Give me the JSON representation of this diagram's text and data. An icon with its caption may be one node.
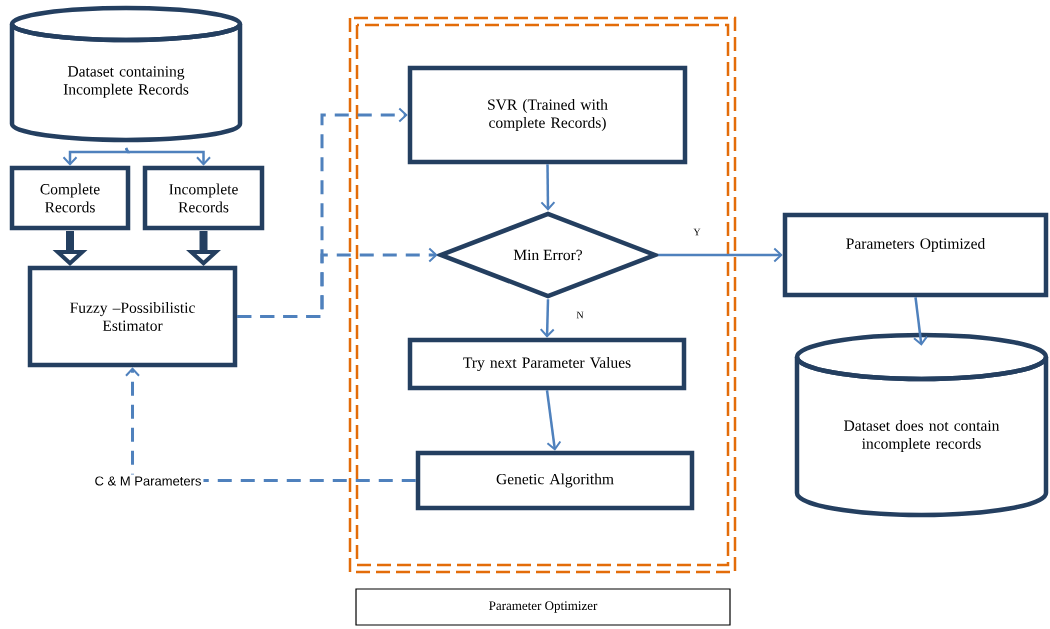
{
  "diagram": {
    "nodes": [
      {
        "text": [
          "Dataset containing Incomplete Records"
        ]
      },
      {
        "text": [
          "Complete Records"
        ]
      },
      {
        "text": [
          "Incomplete Records"
        ]
      },
      {
        "text": [
          "Fuzzy –Possibilistic Estimator"
        ]
      },
      {
        "text": [
          "Parameter Optimizer"
        ]
      },
      {
        "text": [
          "SVR (Trained with complete Records)"
        ],
        "in": 4
      },
      {
        "text": [
          "Min Error?"
        ],
        "in": 4
      },
      {
        "text": [
          "Try next Parameter Values"
        ],
        "in": 4
      },
      {
        "text": [
          "Genetic Algorithm"
        ],
        "in": 4
      },
      {
        "text": [
          "Parameters Optimized"
        ]
      },
      {
        "text": [
          "Dataset does not contain incomplete records"
        ]
      }
    ],
    "edges": [
      {
        "from": 0,
        "to": 1,
        "arrow": "to"
      },
      {
        "from": 0,
        "to": 2,
        "arrow": "to"
      },
      {
        "from": 1,
        "to": 3,
        "arrow": "to",
        "style": "thick",
        "color": "#243f60"
      },
      {
        "from": 2,
        "to": 3,
        "arrow": "to",
        "style": "thick",
        "color": "#243f60"
      },
      {
        "from": 3,
        "to": 5,
        "arrow": "to",
        "style": "dashed"
      },
      {
        "from": 3,
        "to": 6,
        "arrow": "to",
        "style": "dashed"
      },
      {
        "from": 5,
        "to": 6,
        "arrow": "to"
      },
      {
        "from": 6,
        "to": 9,
        "arrow": "to",
        "label": "Y"
      },
      {
        "from": 6,
        "to": 7,
        "arrow": "to",
        "label": "N"
      },
      {
        "from": 7,
        "to": 8,
        "arrow": "to"
      },
      {
        "from": 9,
        "to": 10,
        "arrow": "to"
      },
      {
        "from": 8,
        "to": 3,
        "arrow": "to",
        "style": "dashed",
        "label": "C & M Parameters"
      }
    ]
  }
}
